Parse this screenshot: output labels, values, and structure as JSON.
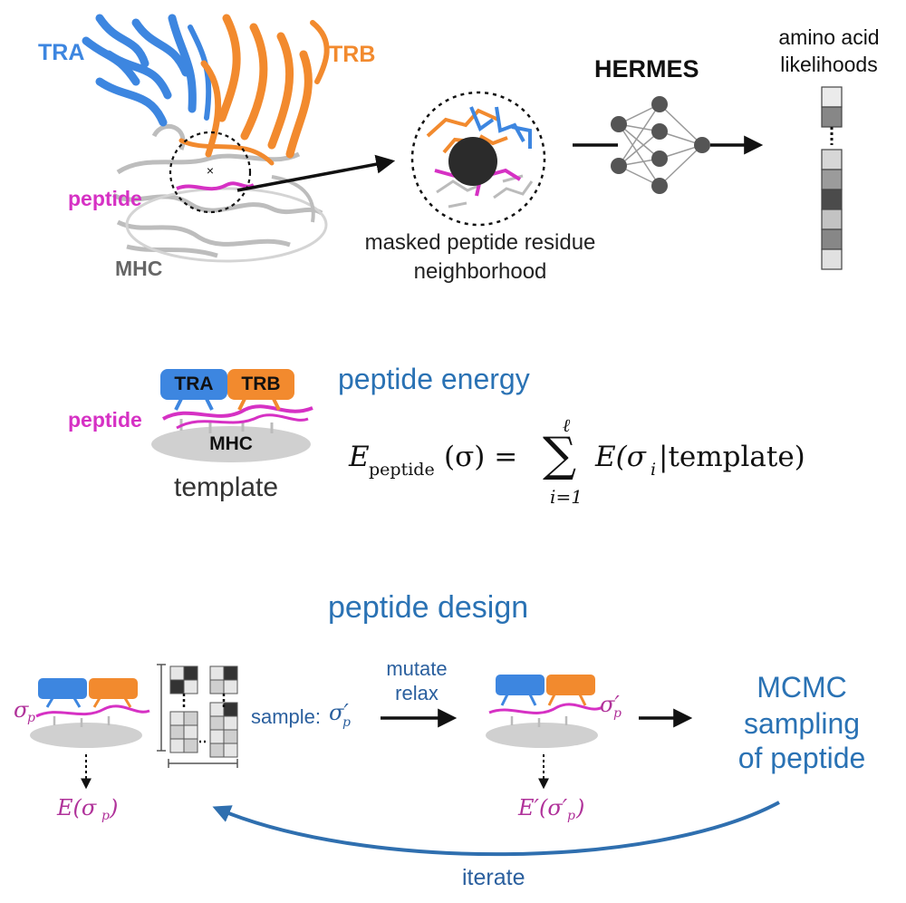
{
  "colors": {
    "tra_blue": "#3d86e0",
    "trb_orange": "#f28a2e",
    "peptide_magenta": "#d631c4",
    "mhc_gray": "#d0d0d0",
    "title_blue": "#2a72b4",
    "text_dark": "#222222",
    "text_gray": "#555555"
  },
  "panel_a": {
    "label_tra": "TRA",
    "label_trb": "TRB",
    "label_peptide": "peptide",
    "label_mhc": "MHC",
    "masked_neighborhood_caption_line1": "masked peptide residue",
    "masked_neighborhood_caption_line2": "neighborhood",
    "model_name": "HERMES",
    "output_label_line1": "amino acid",
    "output_label_line2": "likelihoods",
    "likelihood_cells_top": [
      0.05,
      0.55
    ],
    "likelihood_cells_bottom": [
      0.15,
      0.45,
      0.85,
      0.25,
      0.55,
      0.1
    ]
  },
  "panel_b": {
    "title": "peptide energy",
    "box_tra": "TRA",
    "box_trb": "TRB",
    "label_peptide": "peptide",
    "label_mhc": "MHC",
    "caption": "template",
    "equation": {
      "E": "E",
      "subscript": "peptide",
      "lhs_arg": "(σ) =",
      "sum_upper": "ℓ",
      "sum_lower": "i=1",
      "rhs": "E(σ",
      "rhs_sub": "i",
      "rhs_tail": "|template)"
    }
  },
  "panel_c": {
    "title": "peptide design",
    "sigma_p": "σ",
    "sigma_p_sub": "p",
    "energy_left": "E(σ",
    "energy_left_sub": "p",
    "energy_left_close": ")",
    "sample_label": "sample:",
    "sample_sigma": "σ′",
    "sample_sub": "p",
    "mutate_label": "mutate",
    "relax_label": "relax",
    "sigma_prime": "σ′",
    "sigma_prime_sub": "p",
    "energy_right": "E′(σ′",
    "energy_right_sub": "p",
    "energy_right_close": ")",
    "mcmc_line1": "MCMC",
    "mcmc_line2": "sampling",
    "mcmc_line3": "of peptide",
    "iterate_label": "iterate"
  }
}
